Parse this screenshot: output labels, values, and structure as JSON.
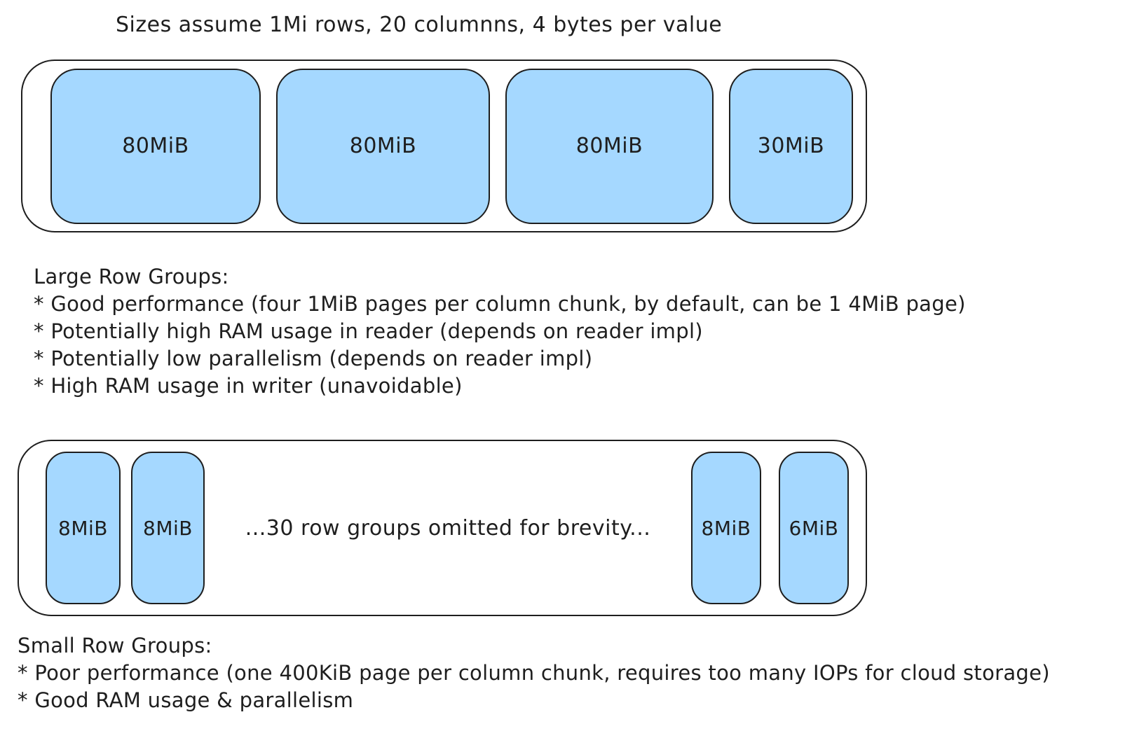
{
  "title": "Sizes assume 1Mi rows, 20 columnns, 4 bytes per value",
  "colors": {
    "block_fill": "#a5d8ff",
    "stroke": "#1e1e1e",
    "background": "#ffffff"
  },
  "large_group": {
    "blocks": [
      {
        "label": "80MiB"
      },
      {
        "label": "80MiB"
      },
      {
        "label": "80MiB"
      },
      {
        "label": "30MiB"
      }
    ],
    "notes_title": "Large Row Groups:",
    "notes": [
      "* Good performance (four 1MiB pages per column chunk, by default, can be 1 4MiB page)",
      "* Potentially high RAM usage in reader (depends on reader impl)",
      "* Potentially low parallelism (depends on reader impl)",
      "* High RAM usage in writer (unavoidable)"
    ]
  },
  "small_group": {
    "left_blocks": [
      {
        "label": "8MiB"
      },
      {
        "label": "8MiB"
      }
    ],
    "omitted_text": "...30 row groups omitted for brevity...",
    "right_blocks": [
      {
        "label": "8MiB"
      },
      {
        "label": "6MiB"
      }
    ],
    "notes_title": "Small Row Groups:",
    "notes": [
      "* Poor performance (one 400KiB page per column chunk, requires too many IOPs for cloud storage)",
      "* Good RAM usage & parallelism"
    ]
  }
}
